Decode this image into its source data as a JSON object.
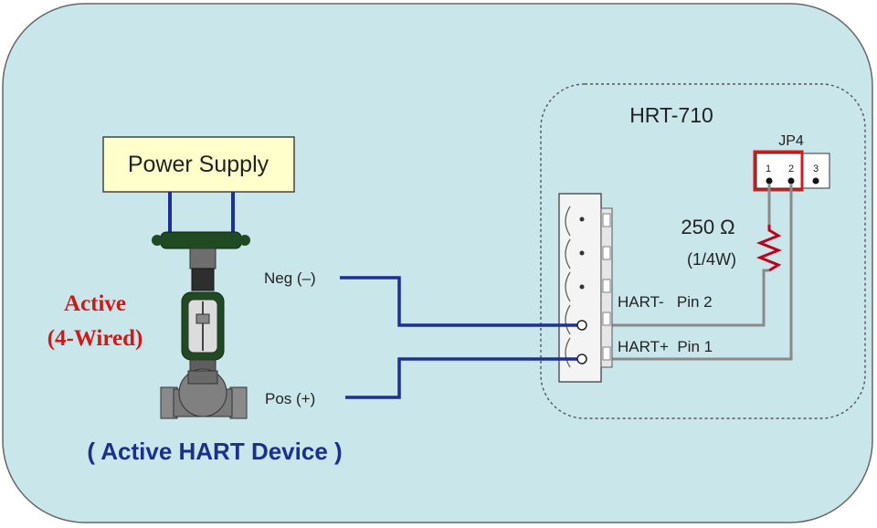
{
  "title": "HRT-710",
  "power_supply": "Power Supply",
  "jumper": {
    "label": "JP4",
    "pins": [
      "1",
      "2",
      "3"
    ]
  },
  "resistor": {
    "value": "250 Ω",
    "rating": "(1/4W)"
  },
  "terminals": {
    "hart_minus": "HART-   Pin 2",
    "hart_plus": "HART+  Pin 1"
  },
  "wires": {
    "neg": "Neg (–)",
    "pos": "Pos (+)"
  },
  "device_mode": {
    "line1": "Active",
    "line2": "(4-Wired)"
  },
  "device_caption": "( Active HART Device )",
  "colors": {
    "background_panel": "#c9e6ea",
    "wire_blue": "#1d2f9a",
    "wire_gray": "#8a8a8a",
    "jumper_highlight": "#d41b1b",
    "resistor": "#c0001a",
    "device_green": "#1f4a22",
    "power_supply_fill": "#ffffcc",
    "mode_text": "#d01818",
    "caption_text": "#1b2f8f"
  }
}
